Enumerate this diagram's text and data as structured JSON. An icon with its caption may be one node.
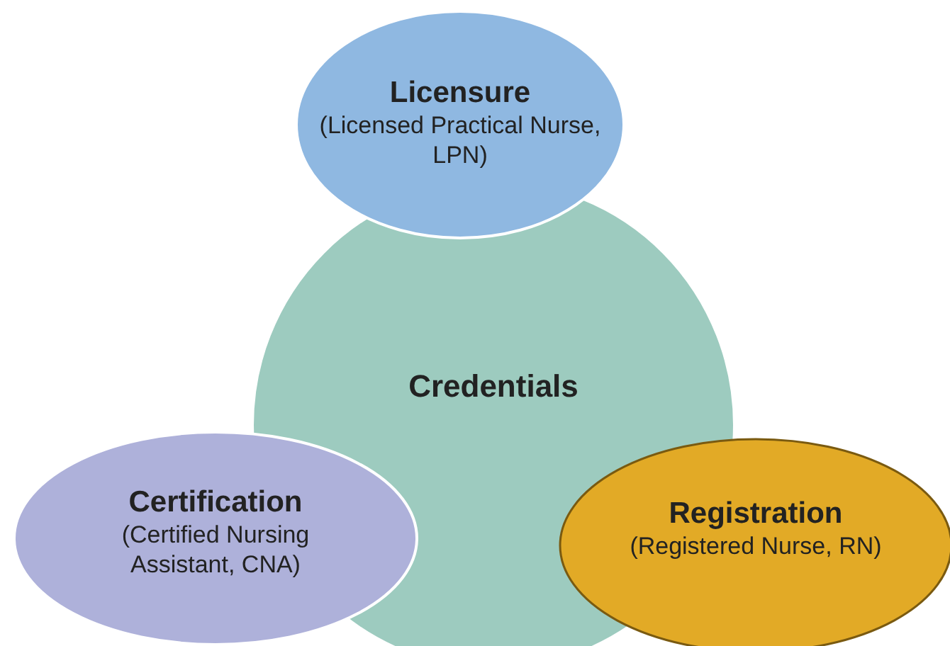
{
  "diagram": {
    "nodes": [
      {
        "text": [
          "Credentials"
        ]
      },
      {
        "text": [
          "Licensure",
          "(Licensed Practical Nurse, LPN)"
        ]
      },
      {
        "text": [
          "Certification",
          "(Certified Nursing Assistant, CNA)"
        ]
      },
      {
        "text": [
          "Registration",
          "(Registered Nurse, RN)"
        ]
      }
    ]
  }
}
